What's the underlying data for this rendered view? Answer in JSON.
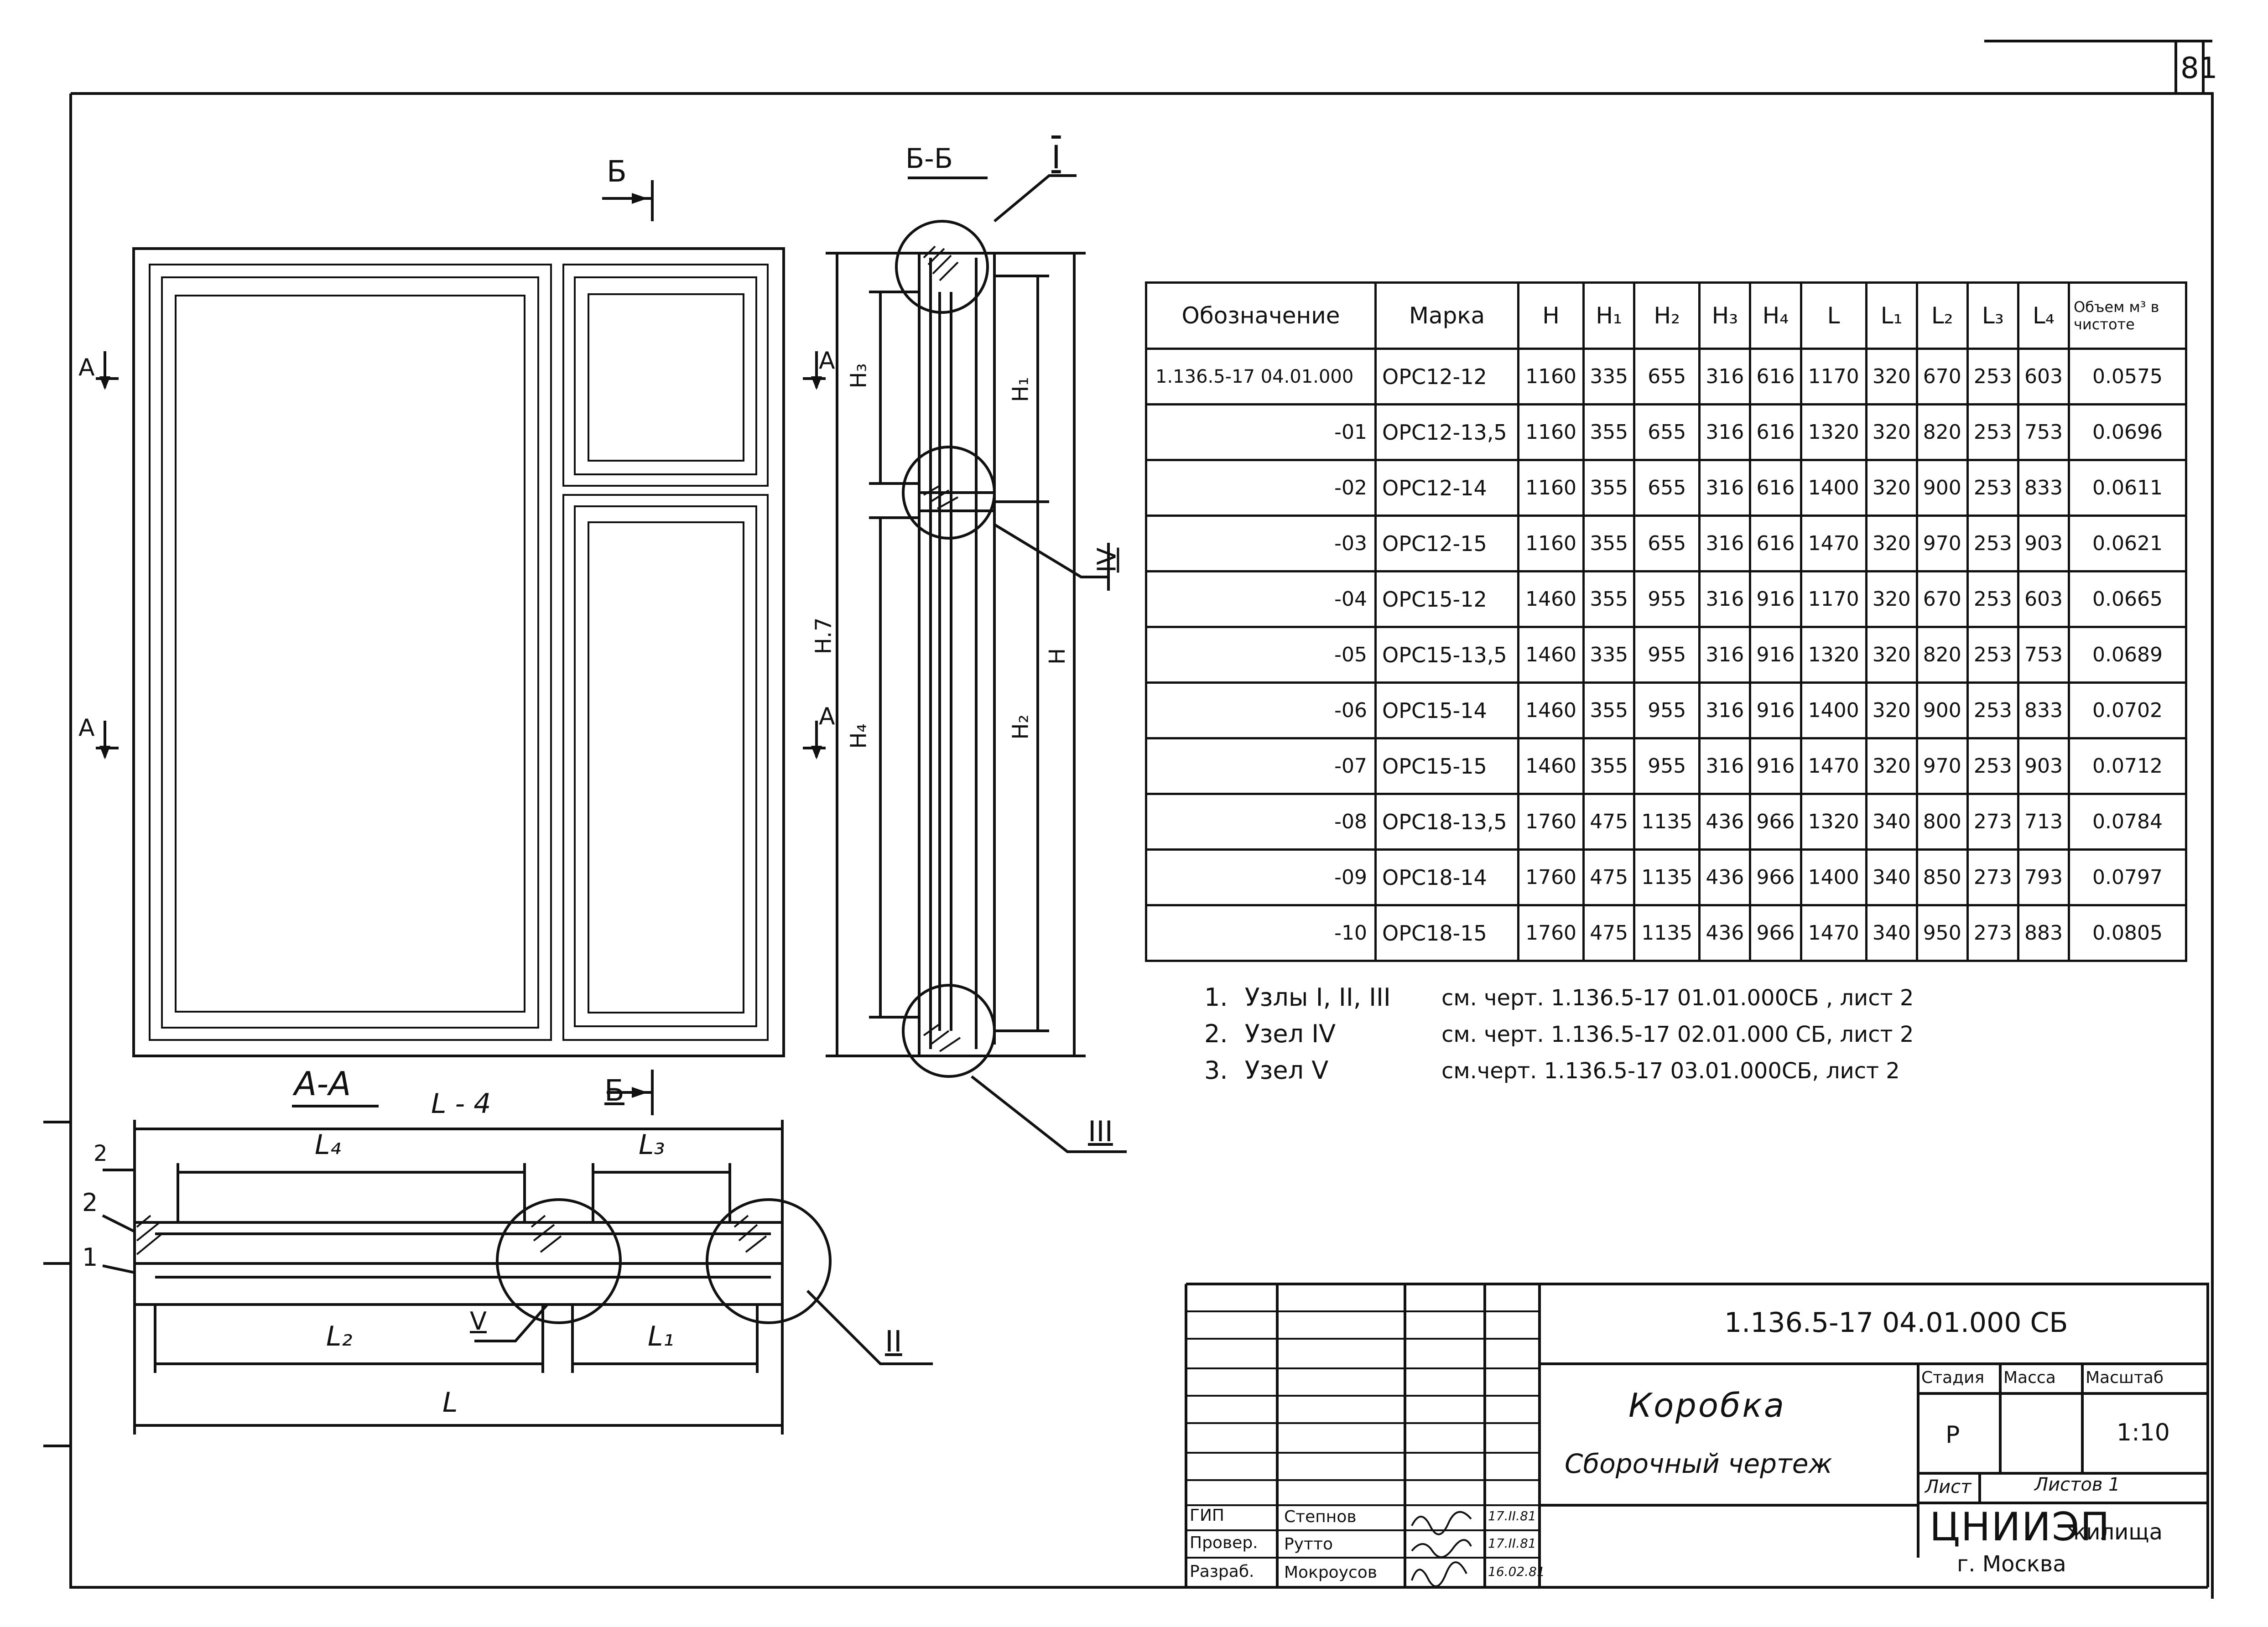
{
  "sheet_number": "81",
  "views": {
    "front_cut_label": "Б",
    "section_aa_title": "А-А",
    "section_bb_title": "Б-Б",
    "cut_a_label": "А",
    "node_labels": [
      "I",
      "IV",
      "III",
      "II",
      "V"
    ],
    "front_dims": {
      "h3": "H₃",
      "h1": "H₁",
      "h7": "H.7",
      "h4": "H₄",
      "h2": "H₂",
      "h": "H"
    },
    "plan_dims": {
      "l_total_top": "L - 4",
      "l4": "L₄",
      "l3": "L₃",
      "l2": "L₂",
      "l1": "L₁",
      "l": "L",
      "t2": "2",
      "p2": "2",
      "p1": "1"
    }
  },
  "spec_table": {
    "headers": [
      "Обозначение",
      "Марка",
      "H",
      "H₁",
      "H₂",
      "H₃",
      "H₄",
      "L",
      "L₁",
      "L₂",
      "L₃",
      "L₄",
      "Объем м³ в чистоте"
    ],
    "rows": [
      [
        "1.136.5-17 04.01.000",
        "ОРС12-12",
        "1160",
        "335",
        "655",
        "316",
        "616",
        "1170",
        "320",
        "670",
        "253",
        "603",
        "0.0575"
      ],
      [
        "-01",
        "ОРС12-13,5",
        "1160",
        "355",
        "655",
        "316",
        "616",
        "1320",
        "320",
        "820",
        "253",
        "753",
        "0.0696"
      ],
      [
        "-02",
        "ОРС12-14",
        "1160",
        "355",
        "655",
        "316",
        "616",
        "1400",
        "320",
        "900",
        "253",
        "833",
        "0.0611"
      ],
      [
        "-03",
        "ОРС12-15",
        "1160",
        "355",
        "655",
        "316",
        "616",
        "1470",
        "320",
        "970",
        "253",
        "903",
        "0.0621"
      ],
      [
        "-04",
        "ОРС15-12",
        "1460",
        "355",
        "955",
        "316",
        "916",
        "1170",
        "320",
        "670",
        "253",
        "603",
        "0.0665"
      ],
      [
        "-05",
        "ОРС15-13,5",
        "1460",
        "335",
        "955",
        "316",
        "916",
        "1320",
        "320",
        "820",
        "253",
        "753",
        "0.0689"
      ],
      [
        "-06",
        "ОРС15-14",
        "1460",
        "355",
        "955",
        "316",
        "916",
        "1400",
        "320",
        "900",
        "253",
        "833",
        "0.0702"
      ],
      [
        "-07",
        "ОРС15-15",
        "1460",
        "355",
        "955",
        "316",
        "916",
        "1470",
        "320",
        "970",
        "253",
        "903",
        "0.0712"
      ],
      [
        "-08",
        "ОРС18-13,5",
        "1760",
        "475",
        "1135",
        "436",
        "966",
        "1320",
        "340",
        "800",
        "273",
        "713",
        "0.0784"
      ],
      [
        "-09",
        "ОРС18-14",
        "1760",
        "475",
        "1135",
        "436",
        "966",
        "1400",
        "340",
        "850",
        "273",
        "793",
        "0.0797"
      ],
      [
        "-10",
        "ОРС18-15",
        "1760",
        "475",
        "1135",
        "436",
        "966",
        "1470",
        "340",
        "950",
        "273",
        "883",
        "0.0805"
      ]
    ]
  },
  "notes": [
    {
      "num": "1.",
      "subject": "Узлы I, II, III",
      "ref": "см. черт.  1.136.5-17 01.01.000СБ , лист 2"
    },
    {
      "num": "2.",
      "subject": "Узел IV",
      "ref": "см. черт.  1.136.5-17 02.01.000 СБ,  лист 2"
    },
    {
      "num": "3.",
      "subject": "Узел V",
      "ref": "см.черт.  1.136.5-17 03.01.000СБ,  лист 2"
    }
  ],
  "title_block": {
    "doc_code": "1.136.5-17 04.01.000 СБ",
    "name_line1": "Коробка",
    "name_line2": "Сборочный   чертеж",
    "stage_header": "Стадия",
    "mass_header": "Масса",
    "scale_header": "Масштаб",
    "stage_value": "Р",
    "scale_value": "1:10",
    "sheet_label": "Лист",
    "sheets_label": "Листов 1",
    "org_line1": "ЦНИИЭП",
    "org_line2": "жилища",
    "org_line3": "г. Москва",
    "staff": [
      {
        "role": "ГИП",
        "name": "Степнов",
        "date": "17.II.81"
      },
      {
        "role": "Провер.",
        "name": "Рутто",
        "date": "17.II.81"
      },
      {
        "role": "Разраб.",
        "name": "Мокроусов",
        "date": "16.02.81"
      }
    ]
  }
}
